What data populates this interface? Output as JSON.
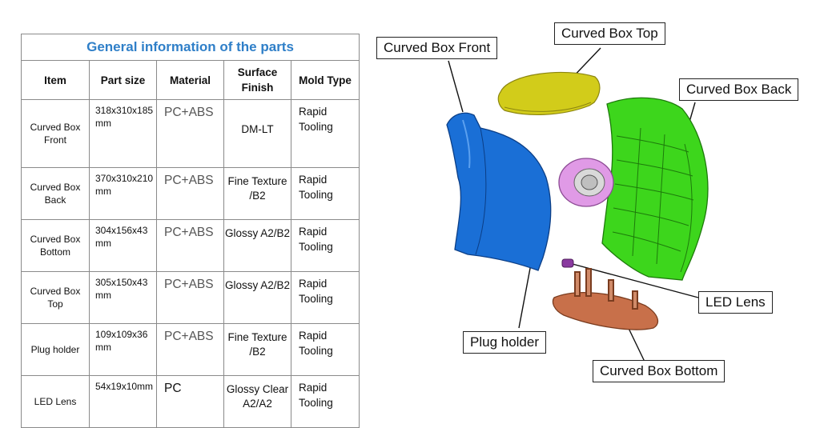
{
  "table": {
    "caption": "General information of the parts",
    "headers": {
      "item": "Item",
      "size": "Part size",
      "material": "Material",
      "finish": "Surface Finish",
      "mold": "Mold Type"
    },
    "rows": [
      {
        "item": "Curved Box Front",
        "size": "318x310x185mm",
        "material": "PC+ABS",
        "finish": "DM-LT",
        "mold": "Rapid Tooling"
      },
      {
        "item": "Curved Box Back",
        "size": "370x310x210mm",
        "material": "PC+ABS",
        "finish": "Fine Texture /B2",
        "mold": "Rapid Tooling"
      },
      {
        "item": "Curved Box Bottom",
        "size": "304x156x43mm",
        "material": "PC+ABS",
        "finish": "Glossy A2/B2",
        "mold": "Rapid Tooling"
      },
      {
        "item": "Curved Box Top",
        "size": "305x150x43mm",
        "material": "PC+ABS",
        "finish": "Glossy A2/B2",
        "mold": "Rapid Tooling"
      },
      {
        "item": "Plug holder",
        "size": "109x109x36mm",
        "material": "PC+ABS",
        "finish": "Fine Texture /B2",
        "mold": "Rapid Tooling"
      },
      {
        "item": "LED Lens",
        "size": "54x19x10mm",
        "material": "PC",
        "finish": "Glossy Clear A2/A2",
        "mold": "Rapid Tooling"
      }
    ]
  },
  "figure": {
    "labels": {
      "front": "Curved Box Front",
      "top": "Curved Box Top",
      "back": "Curved Box Back",
      "led": "LED Lens",
      "plug": "Plug holder",
      "bottom": "Curved Box Bottom"
    },
    "colors": {
      "front": "#1a6fd6",
      "top": "#d2cc1a",
      "back": "#3dd61c",
      "plug": "#e09ae6",
      "bottom": "#c8704a",
      "led": "#8a3aa0"
    }
  }
}
